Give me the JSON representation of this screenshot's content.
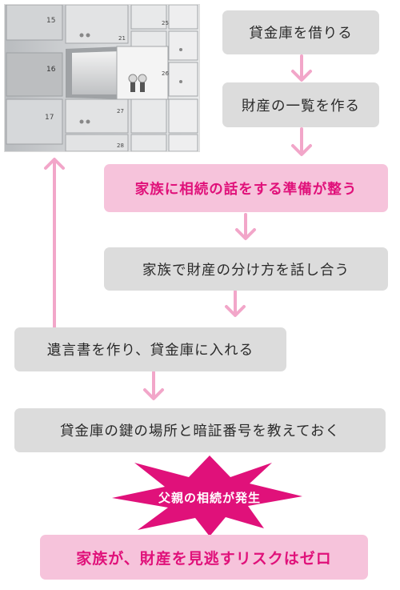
{
  "photo": {
    "alt": "safe deposit box wall with open drawer and keys",
    "box_numbers": [
      "15",
      "21",
      "25",
      "16",
      "26",
      "17",
      "27",
      "28"
    ]
  },
  "steps": [
    {
      "label": "貸金庫を借りる",
      "style": "gray"
    },
    {
      "label": "財産の一覧を作る",
      "style": "gray"
    },
    {
      "label": "家族に相続の話をする準備が整う",
      "style": "pink"
    },
    {
      "label": "家族で財産の分け方を話し合う",
      "style": "gray"
    },
    {
      "label": "遺言書を作り、貸金庫に入れる",
      "style": "gray"
    },
    {
      "label": "貸金庫の鍵の場所と暗証番号を教えておく",
      "style": "gray"
    }
  ],
  "event_burst": {
    "label": "父親の相続が発生",
    "color": "#e0117a"
  },
  "result": {
    "label": "家族が、財産を見逃すリスクはゼロ",
    "style": "pink"
  },
  "colors": {
    "arrow": "#f2a6c9",
    "accent": "#e0117a",
    "box_gray": "#dcdcdc",
    "box_pink": "#f6c3db"
  }
}
